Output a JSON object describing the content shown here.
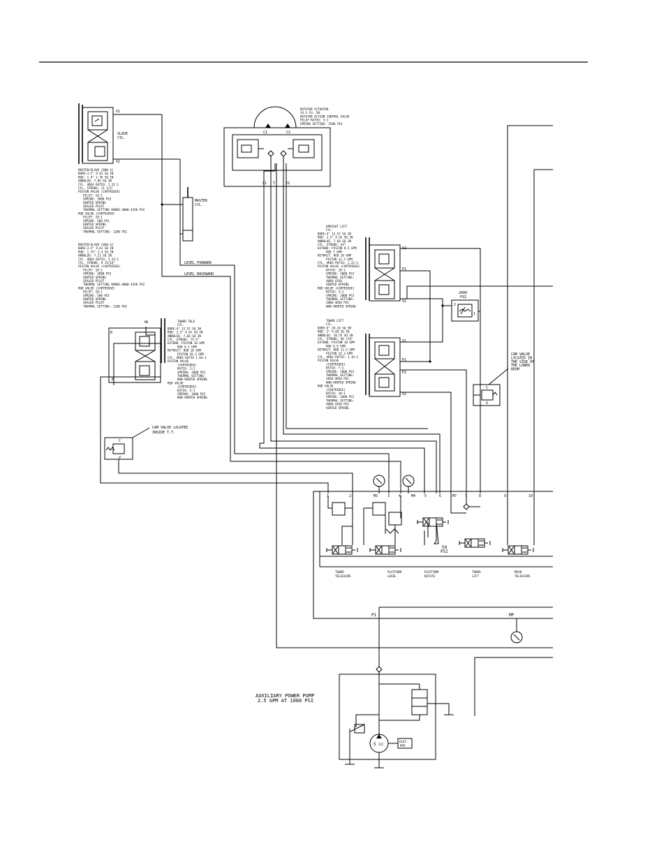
{
  "rotator": {
    "title": [
      "ROTATOR ACTUATOR",
      "14.3 CU. IN.",
      "ROTATOR ACTION CONTROL VALVE",
      "PILOT RATIO: 3:1",
      "SPRING SETTING: 2500 PSI"
    ],
    "ports": [
      "C1",
      "C2",
      "V1",
      "T",
      "V2"
    ]
  },
  "slave": {
    "label": [
      "SLAVE",
      "CYL."
    ],
    "ports": [
      "V1",
      "V2"
    ]
  },
  "master_slave_a": [
    "MASTER/SLAVE [800 A]",
    "BORE:3.5\" 9.61 SQ IN",
    "ROD: 1.5\" 1.76 SQ IN",
    "ANNULUS: 7.85 SQ IN",
    "CYL. AREA RATIO: 1.22:1",
    "CYL. STROKE: 11 1/2\"",
    "PISTON VALVE (CARTRIDGE)",
    "PILOT: 10:1",
    "SPRING: 3000 PSI",
    "VENTED SPRING",
    "SEALED PILOT",
    "THERMAL SETTING RANGE:4000-4350 PSI",
    "ROD VALVE (CARTRIDGE)",
    "PILOT: 10:1",
    "SPRING: 500 PSI",
    "VENTED SPRING",
    "SEALED PILOT",
    "THERMAL SETTING: 1200 PSI"
  ],
  "master_slave_b": [
    "MASTER/SLAVE [860 A]",
    "BORE:3.5\" 9.61 SQ IN",
    "ROD: 1.75\" 2.4 SQ IN",
    "ANNULUS: 7.21 SQ IN",
    "CYL. AREA RATIO: 1.33:1",
    "CYL. STROKE: 9 15/16\"",
    "PISTON VALVE (CARTRIDGE)",
    "PILOT: 10:1",
    "SPRING: 3000 PSI",
    "VENTED SPRING",
    "SEALED PILOT",
    "THERMAL SETTING RANGE:4000-4350 PSI",
    "ROD VALVE (CARTRIDGE)",
    "PILOT: 10:1",
    "SPRING: 500 PSI",
    "VENTED SPRING",
    "SEALED PILOT",
    "THERMAL SETTING: 1200 PSI"
  ],
  "master_cyl": [
    "MASTER",
    "CYL."
  ],
  "level_forward": "LEVEL FORWARD",
  "level_backward": "LEVEL BACKWARD",
  "tower_tele": {
    "spec": [
      "TOWER TELE",
      "CYL.",
      "BORE:4\" 12.57 SQ IN",
      "ROD: 2.5\" 4.91 SQ IN",
      "ANNULUS: 7.66 SQ IN",
      "CYL. STROKE: 75.5\"",
      "EXTEND: PISTON 16 GPM",
      "ROD 6.1 GPM",
      "RETRACT: ROD 10 GPM",
      "PISTON 16.3 GPM",
      "CYL. AREA RATIO 1.64:1",
      "PISTON VALVE",
      "(CARTRIDGE)",
      "RATIO: 3:1",
      "SPRING: 3000 PSI",
      "THERMAL SETTING:",
      "NON-VENTED SPRING",
      "ROD VALVE",
      "(CARTRIDGE)",
      "RATIO: 3:1",
      "SPRING: 1800 PSI",
      "NON-VENTED SPRING"
    ],
    "ports": [
      "MB",
      "R",
      "E"
    ]
  },
  "cam_valve_tt": [
    "CAM VALVE LOCATED",
    "INSIDE T.T."
  ],
  "upright_lift": {
    "spec": [
      "UPRIGHT LIFT",
      "CYL.",
      "BORE:4\" 12.57 SQ IN",
      "ROD: 2.5\" 4.91 SQ IN",
      "ANNULUS: 7.66 SQ IN",
      "CYL. STROKE: 43\"",
      "EXTEND: PISTON 8.5 GPM",
      "ROD 7 GPM",
      "RETRACT: ROD 10 GPM",
      "PISTON 12.3 GPM",
      "CYL. AREA RATIO: 1.22:1",
      "PISTON VALVE (CARTRIDGE)",
      "RATIO: 10:1",
      "SPRING: 3000 PSI",
      "THERMAL SETTING:",
      "4000-4350",
      "VENTED SPRING",
      "ROD VALVE (CARTRIDGE)",
      "RATIO: 3:1",
      "SPRING: 2000 PSI",
      "THERMAL SETTING:",
      "2800-3050 PSI",
      "NON-VENTED SPRING"
    ],
    "ports": [
      "V2",
      "P1",
      "V1"
    ]
  },
  "relief_2000": {
    "label": [
      "2000",
      "PSI"
    ],
    "ports": [
      "2",
      "1"
    ]
  },
  "tower_lift": {
    "spec": [
      "TOWER LIFT",
      "CYL.",
      "BORE:6\" 28.24 SQ IN",
      "ROD: 3\" 9.69 SQ IN",
      "ANNULUS: 18.55 SQ IN",
      "CYL. STROKE: 46 7/8\"",
      "EXTEND: PISTON 10 GPM",
      "ROD 6.9 GPM",
      "RETRACT: ROD 12.5 GPM",
      "PISTON 14.3 GPM",
      "CYL. AREA RATIO: 1.16:1",
      "PISTON VALVE",
      "(CARTRIDGE)",
      "RATIO: 7:1",
      "SPRING: 2800 PSI",
      "THERMAL SETTING:",
      "3850-3850 PSI",
      "NON-VENTED SPRING",
      "ROD VALVE",
      "(CARTRIDGE)",
      "RATIO: 10:1",
      "SPRING: 1000 PSI",
      "THERMAL SETTING:",
      "4000-4350 PSI",
      "VENTED SPRING"
    ],
    "ports": [
      "V1",
      "P1",
      "P2",
      "V2"
    ]
  },
  "cam_valve_lower": [
    "CAM VALVE",
    "LOCATED IN",
    "THE SIDE OF",
    "THE LOWER",
    "BOOM"
  ],
  "cam_ports": [
    "C",
    "V"
  ],
  "manifold_ports": [
    "1",
    "2",
    "M3",
    "3",
    "4",
    "M4",
    "5",
    "6",
    "M7",
    "7",
    "8",
    "9",
    "10"
  ],
  "psi_50": [
    "50",
    "PSI"
  ],
  "sections": [
    [
      "TOWER",
      "TELESCOPE"
    ],
    [
      "PLATFORM",
      "LEVEL"
    ],
    [
      "PLATFORM",
      "ROTATE"
    ],
    [
      "TOWER",
      "LIFT"
    ],
    [
      "MAIN",
      "TELESCOPE"
    ]
  ],
  "p1": "P1",
  "mp": "MP",
  "aux_pump": [
    "AUXILIARY POWER PUMP",
    "2.5 GPM AT 1000 PSI"
  ],
  "pump_cc": "5 cc",
  "pump_motor": [
    "ELEC.",
    "MTR"
  ]
}
